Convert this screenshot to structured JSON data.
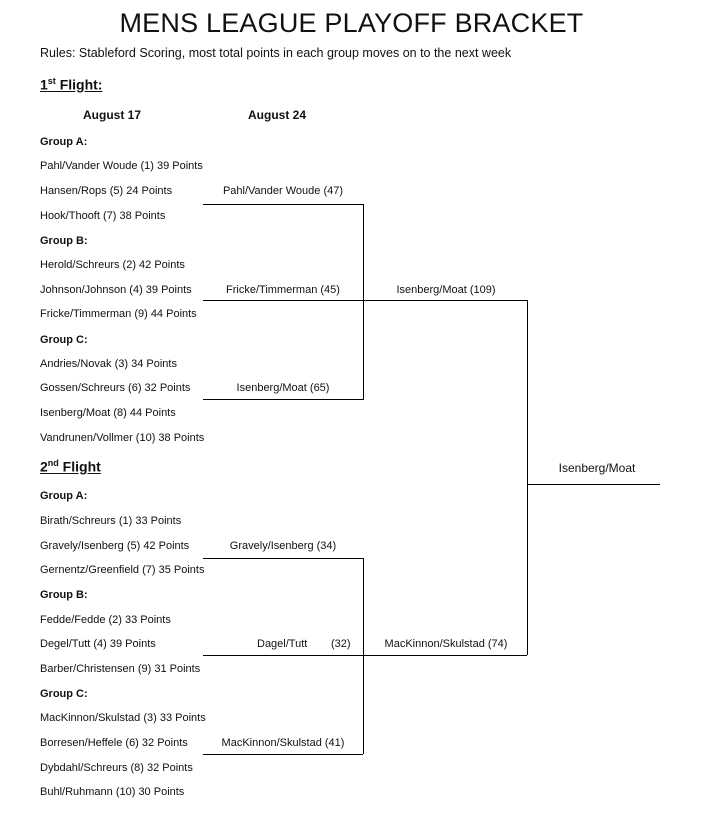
{
  "title": "MENS LEAGUE PLAYOFF BRACKET",
  "rules": "Rules: Stableford Scoring, most total points in each group moves on to the next week",
  "flight1": {
    "label_num": "1",
    "label_sup": "st",
    "label_rest": " Flight:",
    "headers": {
      "round1": "August 17",
      "round2": "August 24"
    },
    "groups": [
      {
        "name": "Group A:",
        "entries": [
          "Pahl/Vander Woude (1) 39 Points",
          "Hansen/Rops (5) 24 Points",
          "Hook/Thooft (7) 38 Points"
        ]
      },
      {
        "name": "Group B:",
        "entries": [
          "Herold/Schreurs (2) 42 Points",
          "Johnson/Johnson (4) 39 Points",
          "Fricke/Timmerman (9) 44 Points"
        ]
      },
      {
        "name": "Group C:",
        "entries": [
          "Andries/Novak (3) 34 Points",
          "Gossen/Schreurs (6) 32 Points",
          "Isenberg/Moat (8) 44 Points",
          "Vandrunen/Vollmer (10) 38 Points"
        ]
      }
    ],
    "round2": [
      "Pahl/Vander Woude (47)",
      "Fricke/Timmerman (45)",
      "Isenberg/Moat (65)"
    ],
    "winner": "Isenberg/Moat (109)"
  },
  "flight2": {
    "label_num": "2",
    "label_sup": "nd",
    "label_rest": " Flight",
    "groups": [
      {
        "name": "Group A:",
        "entries": [
          "Birath/Schreurs (1) 33 Points",
          "Gravely/Isenberg (5) 42 Points",
          "Gernentz/Greenfield (7) 35 Points"
        ]
      },
      {
        "name": "Group B:",
        "entries": [
          "Fedde/Fedde (2) 33 Points",
          "Degel/Tutt (4) 39 Points",
          "Barber/Christensen (9) 31 Points"
        ]
      },
      {
        "name": "Group C:",
        "entries": [
          "MacKinnon/Skulstad (3) 33 Points",
          "Borresen/Heffele (6) 32 Points",
          "Dybdahl/Schreurs (8) 32 Points",
          "Buhl/Ruhmann (10) 30 Points"
        ]
      }
    ],
    "round2": [
      {
        "team": "Gravely/Isenberg (34)"
      },
      {
        "team": "Dagel/Tutt",
        "score": "(32)"
      },
      {
        "team": "MacKinnon/Skulstad (41)"
      }
    ],
    "winner": "MacKinnon/Skulstad (74)"
  },
  "champion": "Isenberg/Moat"
}
